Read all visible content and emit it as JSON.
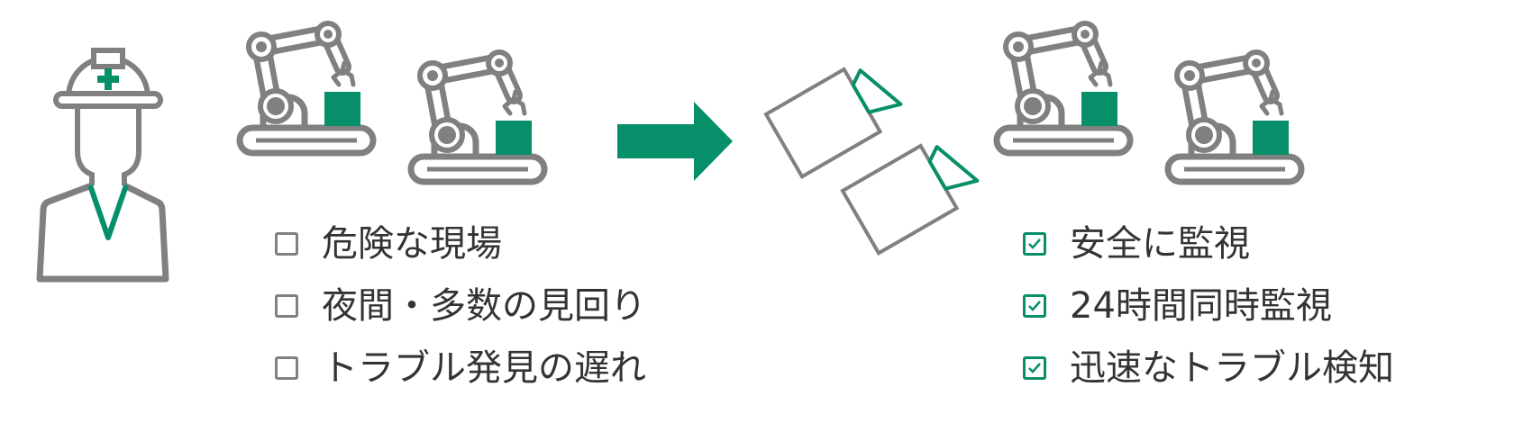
{
  "colors": {
    "accent": "#078f6a",
    "gray": "#808080",
    "text": "#333333"
  },
  "before": {
    "items": [
      {
        "label": "危険な現場",
        "checked": false
      },
      {
        "label": "夜間・多数の見回り",
        "checked": false
      },
      {
        "label": "トラブル発見の遅れ",
        "checked": false
      }
    ]
  },
  "after": {
    "items": [
      {
        "label": "安全に監視",
        "checked": true
      },
      {
        "label": "24時間同時監視",
        "checked": true
      },
      {
        "label": "迅速なトラブル検知",
        "checked": true
      }
    ]
  },
  "icons": {
    "worker": "worker-with-helmet-icon",
    "robot": "robot-arm-conveyor-icon",
    "arrow": "right-arrow-icon",
    "camera": "surveillance-camera-icon",
    "checkbox": "checkbox-icon",
    "check": "checkmark-icon"
  }
}
